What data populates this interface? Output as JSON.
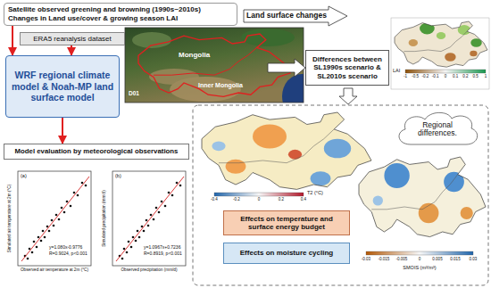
{
  "diagram": {
    "nodes": [
      {
        "text": [
          "Satellite observed greening and browning (1990s~2010s)",
          "Changes in Land use/cover & growing season LAI"
        ]
      },
      {
        "text": [
          "ERA5 reanalysis dataset"
        ]
      },
      {
        "text": [
          "WRF regional climate model & Noah-MP land surface model"
        ]
      },
      {
        "text": [
          "Land surface changes"
        ]
      },
      {
        "text": [
          "Differences between SL1990s scenario & SL2010s scenario"
        ]
      },
      {
        "text": [
          "Model evaluation by meteorological observations"
        ]
      },
      {
        "text": [
          "Regional differences."
        ]
      },
      {
        "text": [
          "Effects on temperature and surface energy budget"
        ]
      },
      {
        "text": [
          "Effects on moisture cycling"
        ]
      }
    ],
    "edges": [
      {
        "from": 0,
        "to": 2,
        "arrow": "to"
      },
      {
        "from": 1,
        "to": 2,
        "arrow": "to"
      },
      {
        "from": 2,
        "to": 5,
        "arrow": "to"
      }
    ],
    "labels": [
      "Mongolia",
      "Inner Mongolia",
      "D01",
      "LAI",
      "-1",
      "-0.5",
      "-0.2",
      "-0.1",
      "0",
      "0.1",
      "0.2",
      "0.5",
      "1",
      "T2 (°C)",
      "-0.4",
      "-0.2",
      "0",
      "0.2",
      "0.4",
      "SMOIS (m³/m³)",
      "-0.03",
      "-0.015",
      "-0.005",
      "0",
      "0.005",
      "0.015",
      "0.03",
      "(a)",
      "y=1.080x-0.9776",
      "R=0.9024, p<0.001",
      "Observed air temperature at 2m (°C)",
      "Simulated air temperature at 2m (°C)",
      "(b)",
      "y=1.0967x+0.7236",
      "R=0.8919, p<0.001",
      "Observed precipitation (mm/d)",
      "Simulated precipitation (mm/d)"
    ]
  }
}
